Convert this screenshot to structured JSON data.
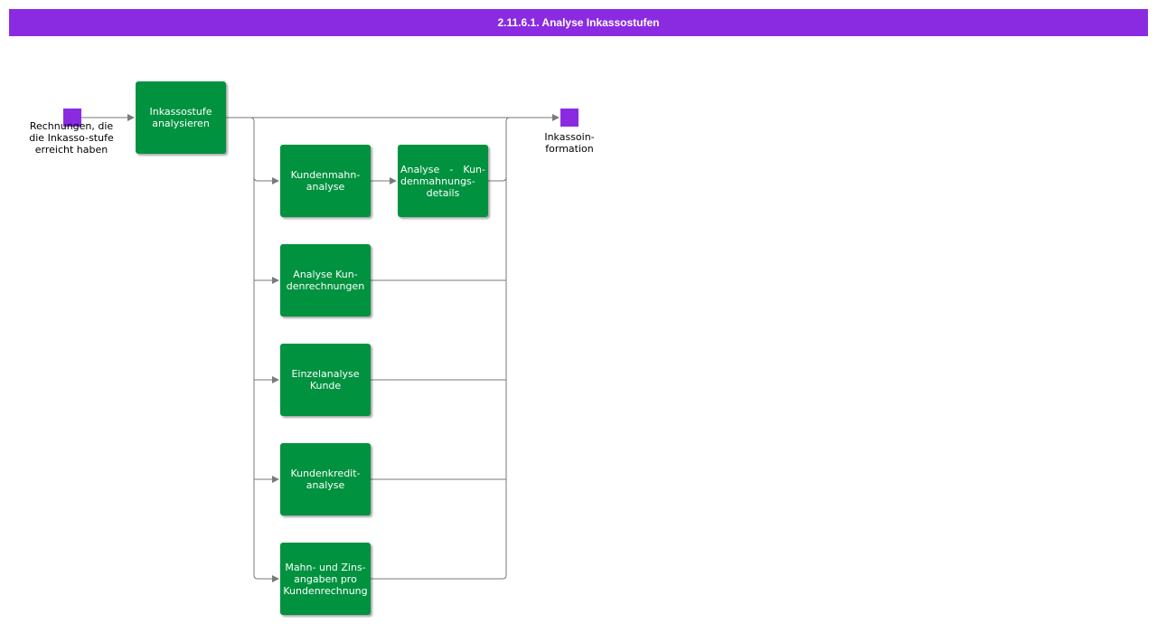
{
  "title": "2.11.6.1. Analyse Inkassostufen",
  "colors": {
    "header": "#8a2be2",
    "task": "#00923f",
    "event": "#8a2be2",
    "edge": "#7a7a7a"
  },
  "start_event": {
    "label": "Rechnungen, die die Inkasso-stufe erreicht haben"
  },
  "end_event": {
    "label": "Inkassoin-formation"
  },
  "tasks": {
    "analyze_stage": "Inkassostufe analysieren",
    "dunning_analysis": "Kundenmahn-analyse",
    "dunning_details": "Analyse - Kun-denmahnungs-details",
    "invoice_analysis": "Analyse Kun-denrechnungen",
    "single_customer": "Einzelanalyse Kunde",
    "credit_analysis": "Kundenkredit-analyse",
    "reminder_interest": "Mahn- und Zins-angaben pro Kundenrechnung"
  }
}
